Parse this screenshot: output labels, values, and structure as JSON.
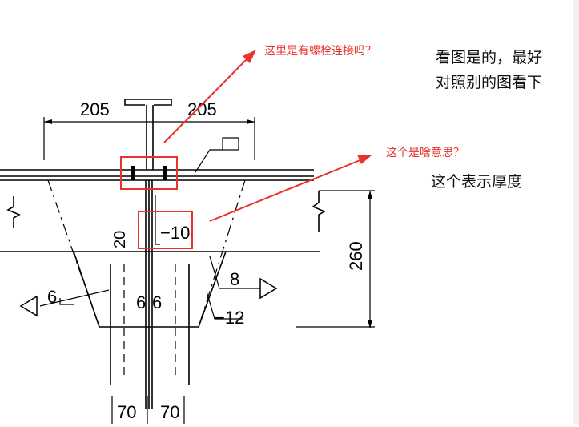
{
  "questions": [
    {
      "text": "这里是有螺栓连接吗？"
    },
    {
      "text": "这个是啥意思？"
    }
  ],
  "answers": [
    {
      "text": "看图是的，最好"
    },
    {
      "text": "对照别的图看下"
    },
    {
      "text": "这个表示厚度"
    }
  ],
  "drawing": {
    "dims": {
      "left_width": "205",
      "right_width": "205",
      "height": "260",
      "gap": "20",
      "left_base": "70",
      "right_base": "70",
      "weld_left": "6",
      "weld_right": "6",
      "weld_size": "8"
    },
    "labels": {
      "plate_thk_top": "−10",
      "plate_thk_bottom": "−12",
      "weld_symbol": "6"
    }
  },
  "colors": {
    "annotation": "#e8322b",
    "line": "#000000"
  }
}
